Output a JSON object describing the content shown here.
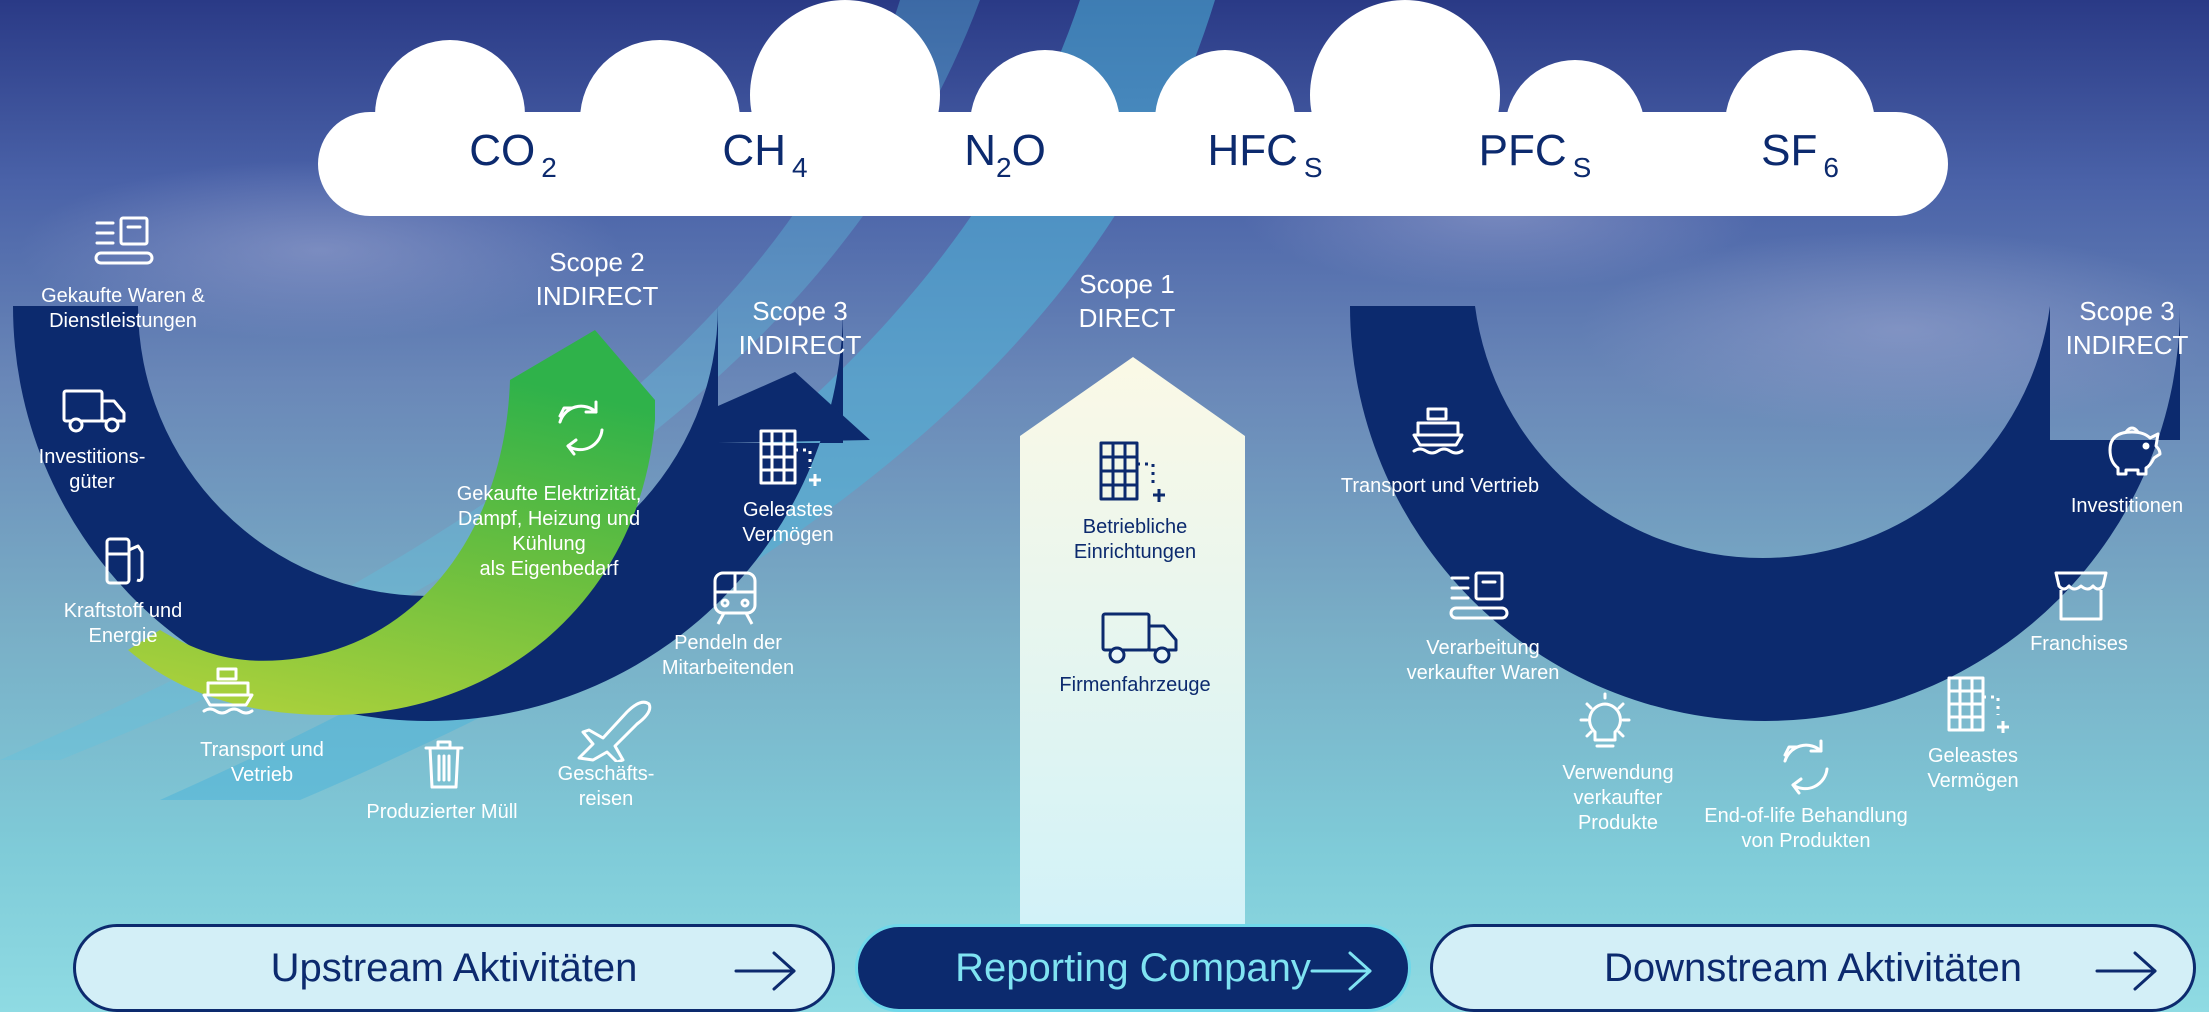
{
  "gases": [
    {
      "base": "CO",
      "sub": "2"
    },
    {
      "base": "CH",
      "sub": "4"
    },
    {
      "base": "N",
      "mid": "2",
      "tail": "O"
    },
    {
      "base": "HFC",
      "sub": "S"
    },
    {
      "base": "PFC",
      "sub": "S"
    },
    {
      "base": "SF",
      "sub": "6"
    }
  ],
  "scopes": {
    "scope2": {
      "line1": "Scope 2",
      "line2": "INDIRECT"
    },
    "scope3_upstream": {
      "line1": "Scope 3",
      "line2": "INDIRECT"
    },
    "scope1": {
      "line1": "Scope 1",
      "line2": "DIRECT"
    },
    "scope3_downstream": {
      "line1": "Scope 3",
      "line2": "INDIRECT"
    }
  },
  "upstream": {
    "items": {
      "gekaufte_waren": "Gekaufte Waren &\nDienstleistungen",
      "investitionsgueter": "Investitions-\ngüter",
      "kraftstoff": "Kraftstoff und\nEnergie",
      "transport": "Transport und\nVetrieb",
      "muell": "Produzierter Müll",
      "geschaeftsreisen": "Geschäfts-\nreisen",
      "pendeln": "Pendeln der\nMitarbeitenden",
      "geleastes": "Geleastes\nVermögen",
      "elektrizitaet": "Gekaufte Elektrizität,\nDampf, Heizung und\nKühlung\nals Eigenbedarf"
    }
  },
  "company": {
    "items": {
      "einrichtungen": "Betriebliche\nEinrichtungen",
      "fahrzeuge": "Firmenfahrzeuge"
    }
  },
  "downstream": {
    "items": {
      "transport": "Transport und Vertrieb",
      "verarbeitung": "Verarbeitung\nverkaufter Waren",
      "verwendung": "Verwendung\nverkaufter\nProdukte",
      "endoflife": "End-of-life Behandlung\nvon Produkten",
      "geleastes": "Geleastes\nVermögen",
      "franchises": "Franchises",
      "investitionen": "Investitionen"
    }
  },
  "buttons": {
    "upstream": "Upstream Aktivitäten",
    "company": "Reporting Company",
    "downstream": "Downstream Aktivitäten"
  },
  "colors": {
    "navy": "#0c2a6e",
    "cloud": "#ffffff",
    "green": "#36b44a",
    "lime": "#8cc63f",
    "cyan_accent": "#7fe3f2",
    "pill_light": "#d3eff7"
  },
  "icons": [
    "laptop-list-icon",
    "truck-icon",
    "fuel-pump-icon",
    "ship-icon",
    "trash-icon",
    "airplane-icon",
    "train-icon",
    "building-plus-icon",
    "recycle-icon",
    "piggy-bank-icon",
    "storefront-icon",
    "lightbulb-icon",
    "arrow-right-icon"
  ]
}
